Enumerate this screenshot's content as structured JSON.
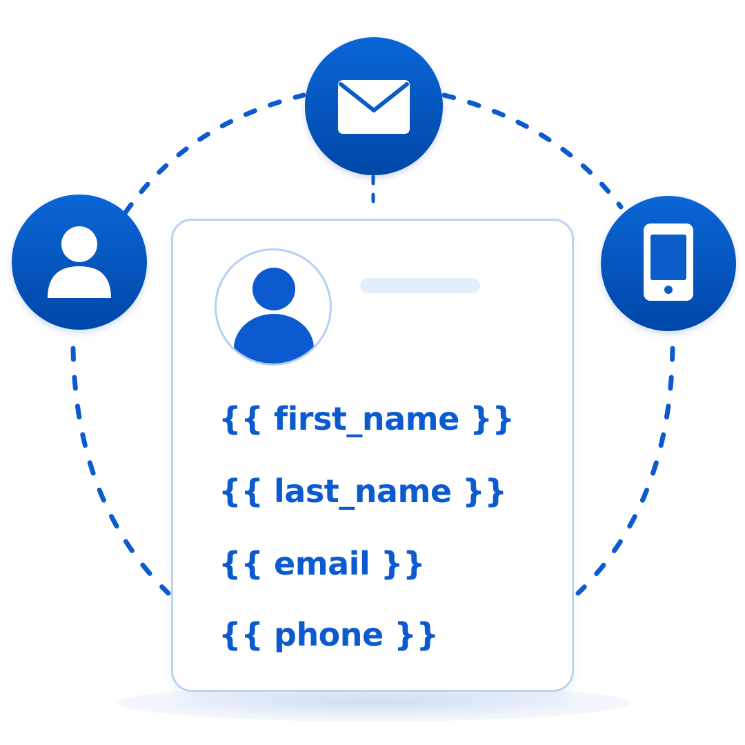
{
  "colors": {
    "primary_blue": "#0a5fd0",
    "node_gradient_top": "#0a66d6",
    "node_gradient_bottom": "#0047a8",
    "card_border": "#b9d3f1",
    "placeholder_bar": "#e2eefb",
    "dashed_ring": "#0b5ad0"
  },
  "nodes": [
    {
      "id": "email",
      "icon": "envelope-icon"
    },
    {
      "id": "user",
      "icon": "user-icon"
    },
    {
      "id": "phone",
      "icon": "smartphone-icon"
    }
  ],
  "card": {
    "avatar_icon": "user-avatar-icon",
    "fields": [
      {
        "text": "{{ first_name }}"
      },
      {
        "text": "{{ last_name }}"
      },
      {
        "text": "{{ email }}"
      },
      {
        "text": "{{ phone }}"
      }
    ]
  }
}
